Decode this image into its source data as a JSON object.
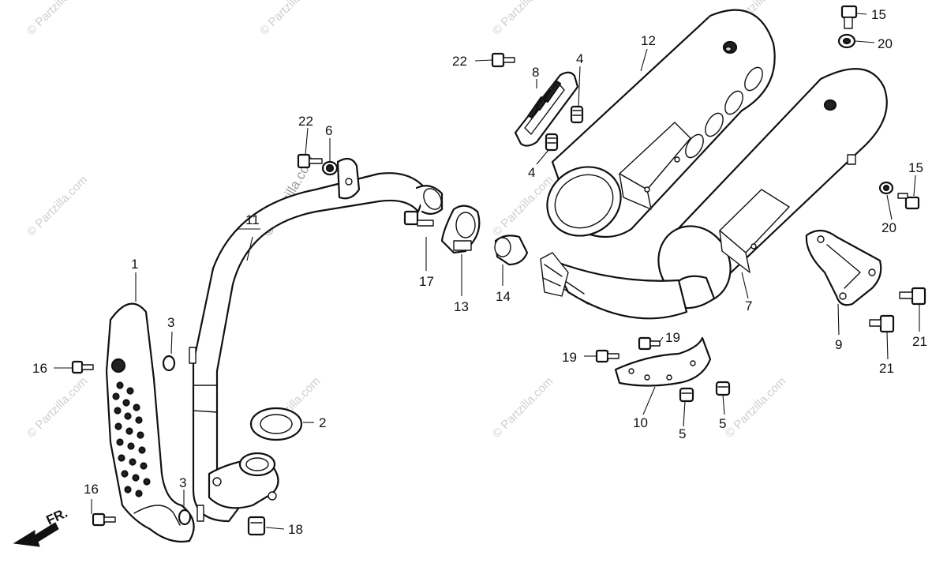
{
  "watermark": {
    "text": "© Partzilla.com",
    "repeats": 14
  },
  "direction_marker": {
    "label": "FR."
  },
  "callouts": [
    {
      "id": "c1",
      "number": "1"
    },
    {
      "id": "c2",
      "number": "2"
    },
    {
      "id": "c3a",
      "number": "3"
    },
    {
      "id": "c3b",
      "number": "3"
    },
    {
      "id": "c4a",
      "number": "4"
    },
    {
      "id": "c4b",
      "number": "4"
    },
    {
      "id": "c5a",
      "number": "5"
    },
    {
      "id": "c5b",
      "number": "5"
    },
    {
      "id": "c6",
      "number": "6"
    },
    {
      "id": "c7",
      "number": "7"
    },
    {
      "id": "c8",
      "number": "8"
    },
    {
      "id": "c9",
      "number": "9"
    },
    {
      "id": "c10",
      "number": "10"
    },
    {
      "id": "c11",
      "number": "11"
    },
    {
      "id": "c12",
      "number": "12"
    },
    {
      "id": "c13",
      "number": "13"
    },
    {
      "id": "c14",
      "number": "14"
    },
    {
      "id": "c15a",
      "number": "15"
    },
    {
      "id": "c15b",
      "number": "15"
    },
    {
      "id": "c16a",
      "number": "16"
    },
    {
      "id": "c16b",
      "number": "16"
    },
    {
      "id": "c17",
      "number": "17"
    },
    {
      "id": "c18",
      "number": "18"
    },
    {
      "id": "c19a",
      "number": "19"
    },
    {
      "id": "c19b",
      "number": "19"
    },
    {
      "id": "c20a",
      "number": "20"
    },
    {
      "id": "c20b",
      "number": "20"
    },
    {
      "id": "c21a",
      "number": "21"
    },
    {
      "id": "c21b",
      "number": "21"
    },
    {
      "id": "c22a",
      "number": "22"
    },
    {
      "id": "c22b",
      "number": "22"
    }
  ]
}
